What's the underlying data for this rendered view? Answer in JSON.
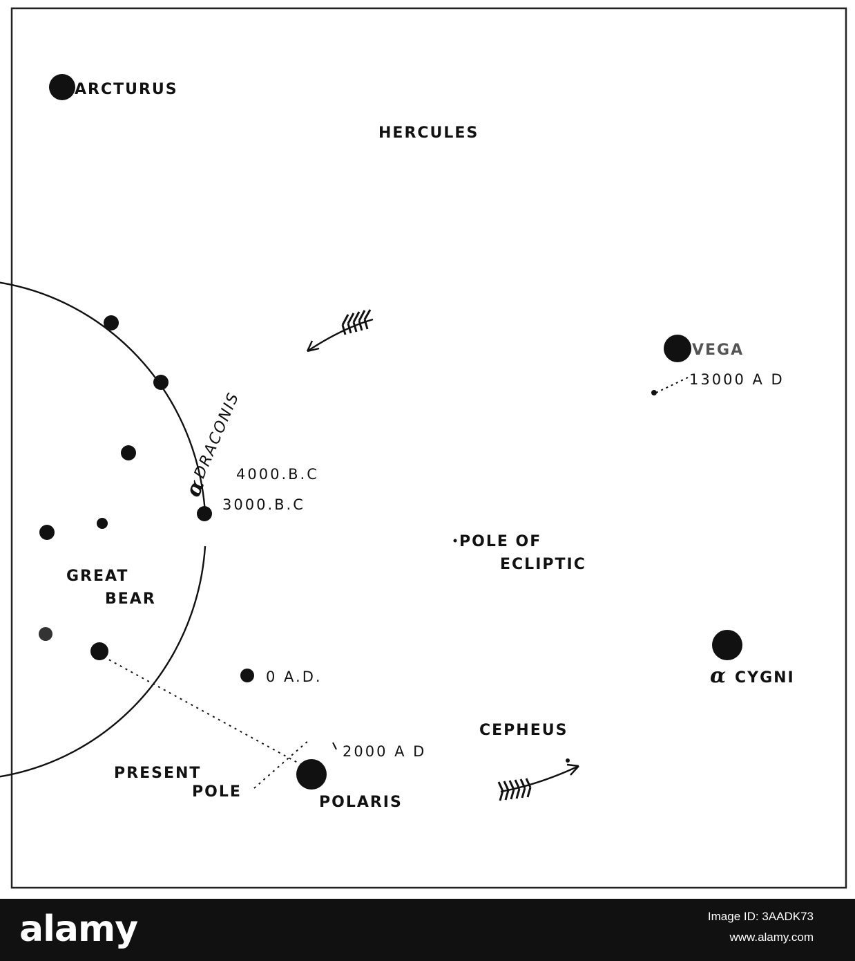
{
  "diagram": {
    "labels": {
      "arcturus": "ARCTURUS",
      "hercules": "HERCULES",
      "vega": "VEGA",
      "date_13000": "13000 A D",
      "alpha_draconis_greek": "α",
      "alpha_draconis_name": "DRACONIS",
      "date_4000bc": "4000.B.C",
      "date_3000bc": "3000.B.C",
      "pole_of_ecliptic_line1": "POLE OF",
      "pole_of_ecliptic_line2": "ECLIPTIC",
      "great_bear_line1": "GREAT",
      "great_bear_line2": "BEAR",
      "alpha_cygni_greek": "α",
      "alpha_cygni_name": "CYGNI",
      "date_0ad": "0 A.D.",
      "cepheus": "CEPHEUS",
      "date_2000ad": "2000 A D",
      "present_pole_line1": "PRESENT",
      "present_pole_line2": "POLE",
      "polaris": "POLARIS"
    },
    "ink_color": "#111111",
    "background_color": "#ffffff"
  },
  "watermark": {
    "logo": "alamy",
    "image_id": "Image ID: 3AADK73",
    "url": "www.alamy.com"
  }
}
